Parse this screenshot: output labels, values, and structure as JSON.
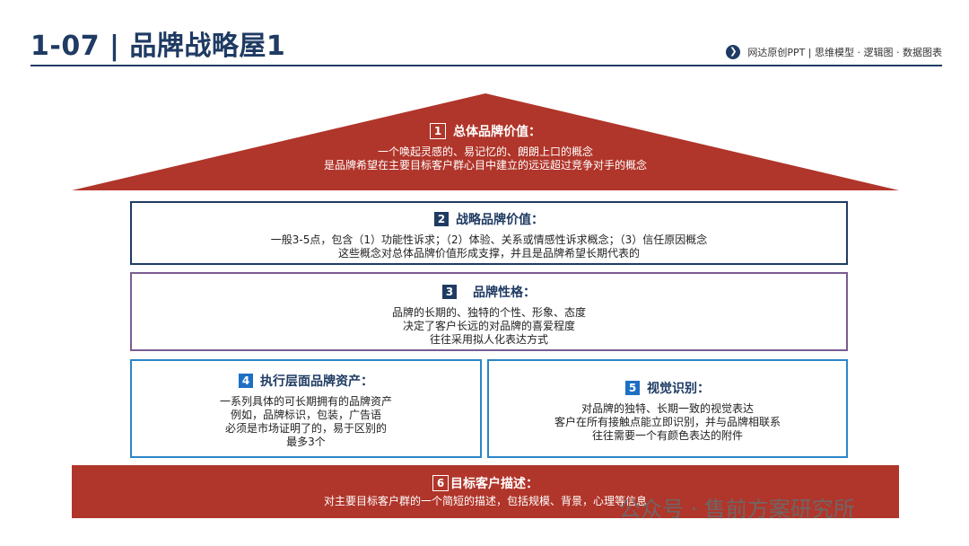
{
  "header": {
    "title": "1-07 | 品牌战略屋1",
    "subtitle": "网达原创PPT | 思维模型 · 逻辑图 · 数据图表"
  },
  "colors": {
    "navy": "#1f3b63",
    "red": "#b0352a",
    "purple": "#7a5c92",
    "blue": "#2b86c8"
  },
  "roof": {
    "number": "1",
    "title": "总体品牌价值：",
    "lines": [
      "一个唤起灵感的、易记忆的、朗朗上口的概念",
      "是品牌希望在主要目标客户群心目中建立的远远超过竞争对手的概念"
    ]
  },
  "section2": {
    "number": "2",
    "title": "战略品牌价值：",
    "lines": [
      "一般3-5点，包含（1）功能性诉求；（2）体验、关系或情感性诉求概念；（3）信任原因概念",
      "这些概念对总体品牌价值形成支撑，并且是品牌希望长期代表的"
    ]
  },
  "section3": {
    "number": "3",
    "title": "品牌性格：",
    "lines": [
      "品牌的长期的、独特的个性、形象、态度",
      "决定了客户长远的对品牌的喜爱程度",
      "往往采用拟人化表达方式"
    ]
  },
  "section4": {
    "number": "4",
    "title": "执行层面品牌资产：",
    "lines": [
      "一系列具体的可长期拥有的品牌资产",
      "例如，品牌标识，包装，广告语",
      "必须是市场证明了的，易于区别的",
      "最多3个"
    ]
  },
  "section5": {
    "number": "5",
    "title": "视觉识别：",
    "lines": [
      "对品牌的独特、长期一致的视觉表达",
      "客户在所有接触点能立即识别，并与品牌相联系",
      "往往需要一个有颜色表达的附件"
    ]
  },
  "section6": {
    "number": "6",
    "title": "目标客户描述：",
    "lines": [
      "对主要目标客户群的一个简短的描述，包括规模、背景，心理等信息"
    ]
  },
  "watermark": "公众号 · 售前方案研究所"
}
